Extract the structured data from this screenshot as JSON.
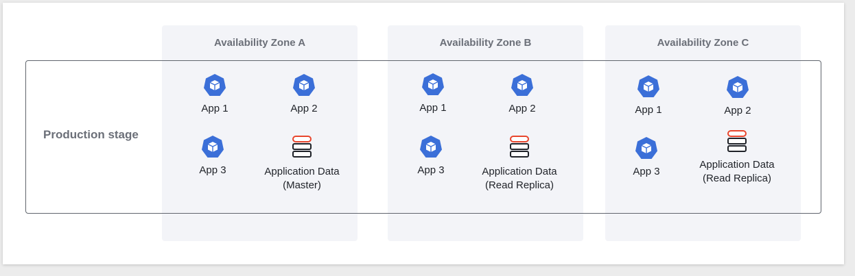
{
  "stage": {
    "label": "Production stage"
  },
  "zones": [
    {
      "title": "Availability Zone A",
      "app1": "App 1",
      "app2": "App 2",
      "app3": "App 3",
      "data_line1": "Application Data",
      "data_line2": "(Master)"
    },
    {
      "title": "Availability Zone B",
      "app1": "App 1",
      "app2": "App 2",
      "app3": "App 3",
      "data_line1": "Application Data",
      "data_line2": "(Read Replica)"
    },
    {
      "title": "Availability Zone C",
      "app1": "App 1",
      "app2": "App 2",
      "app3": "App 3",
      "data_line1": "Application Data",
      "data_line2": "(Read Replica)"
    }
  ],
  "colors": {
    "app_icon": "#3b6fd8",
    "db_top": "#e8452c",
    "db_body": "#1f2228"
  },
  "icons": {
    "app": "kubernetes-pod-icon",
    "data": "database-icon"
  }
}
